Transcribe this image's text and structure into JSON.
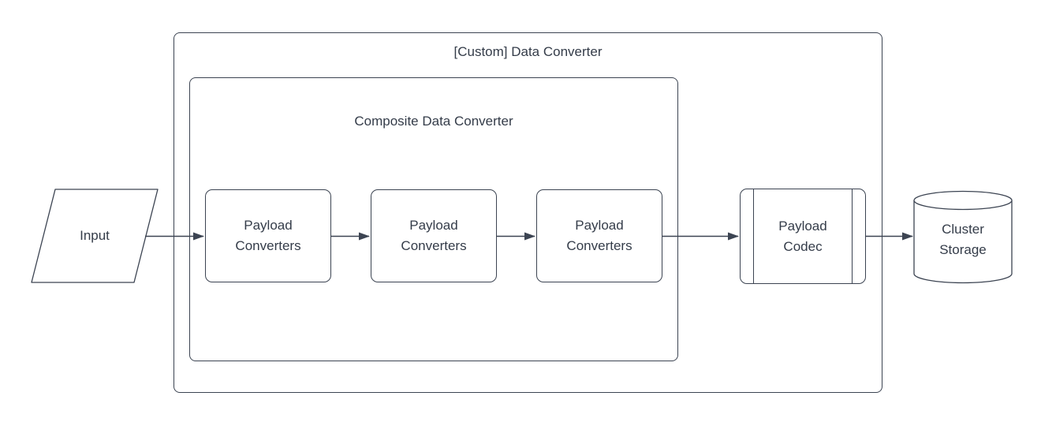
{
  "diagram": {
    "title_area": {
      "outer_container_label": "[Custom] Data Converter",
      "inner_container_label": "Composite Data Converter"
    },
    "nodes": {
      "input": {
        "label": "Input",
        "shape": "parallelogram"
      },
      "payload_converter_1": {
        "label": "Payload\nConverters",
        "shape": "rounded-rectangle"
      },
      "payload_converter_2": {
        "label": "Payload\nConverters",
        "shape": "rounded-rectangle"
      },
      "payload_converter_3": {
        "label": "Payload\nConverters",
        "shape": "rounded-rectangle"
      },
      "payload_codec": {
        "label": "Payload\nCodec",
        "shape": "predefined-process"
      },
      "cluster_storage": {
        "label": "Cluster\nStorage",
        "shape": "cylinder"
      }
    },
    "edges": [
      {
        "from": "input",
        "to": "payload_converter_1"
      },
      {
        "from": "payload_converter_1",
        "to": "payload_converter_2"
      },
      {
        "from": "payload_converter_2",
        "to": "payload_converter_3"
      },
      {
        "from": "payload_converter_3",
        "to": "payload_codec"
      },
      {
        "from": "payload_codec",
        "to": "cluster_storage"
      }
    ],
    "colors": {
      "stroke": "#3c4452",
      "text": "#343c49",
      "background": "#ffffff"
    }
  }
}
